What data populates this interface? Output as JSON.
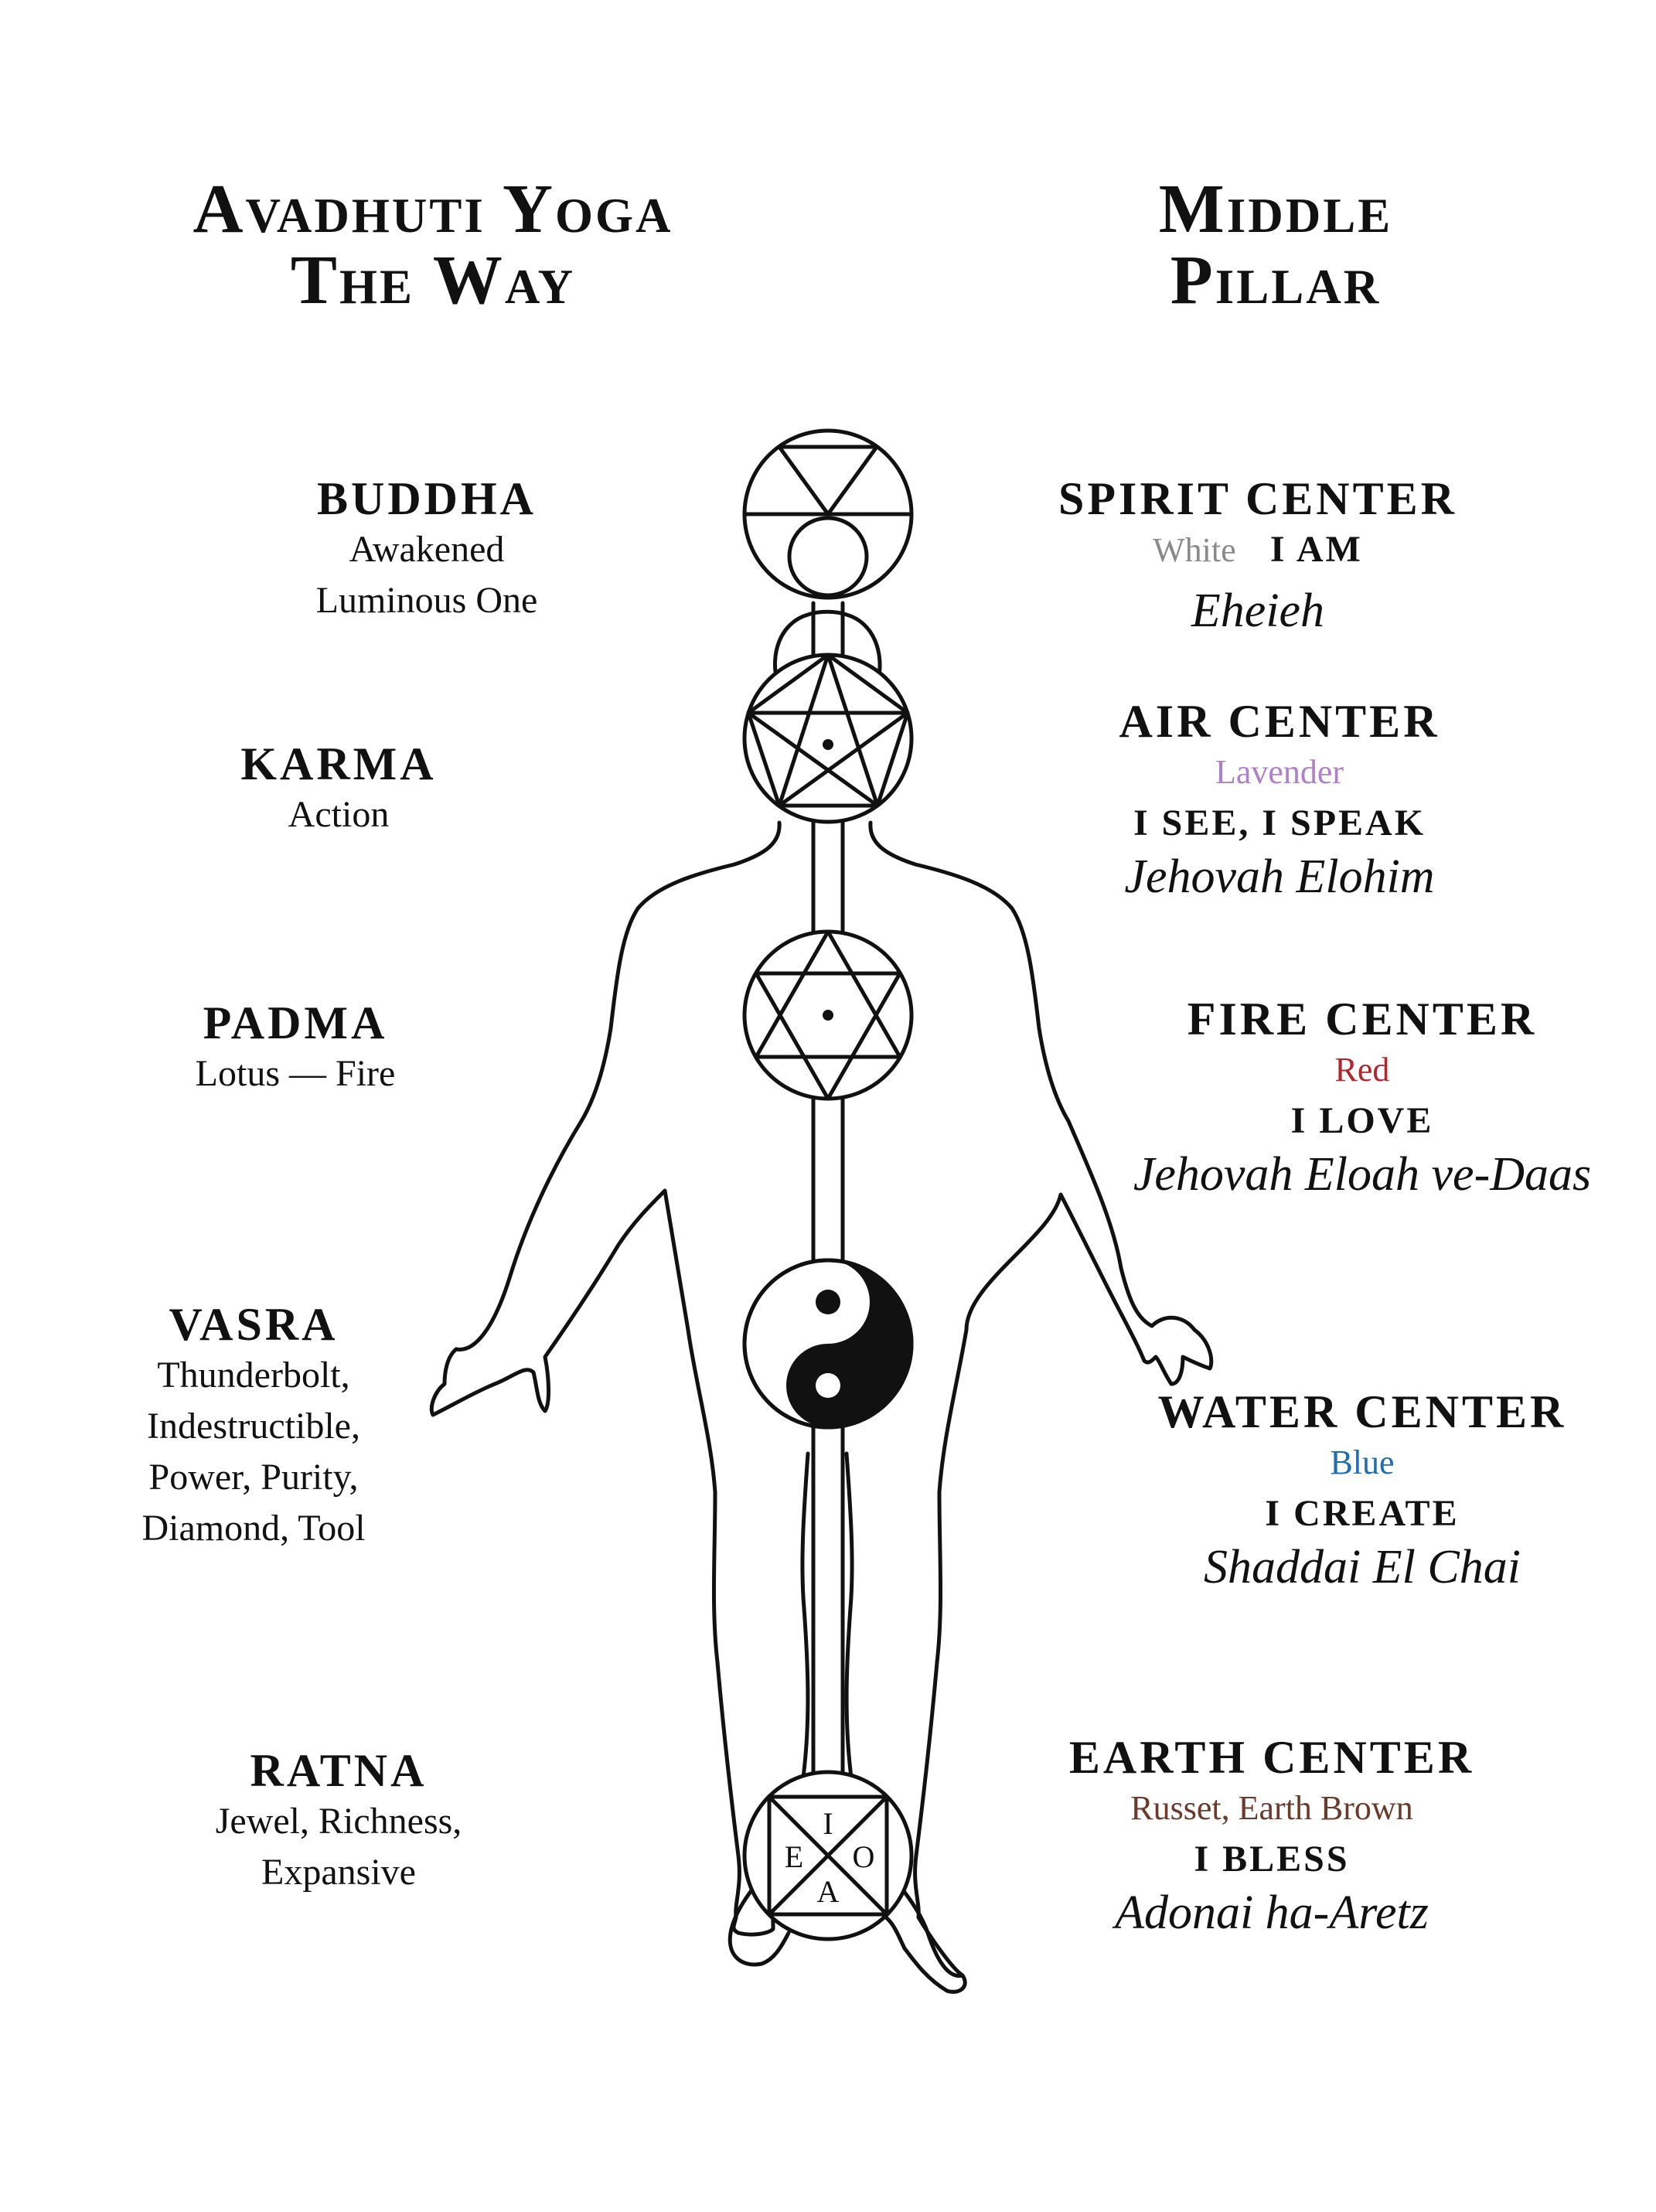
{
  "titles": {
    "left": [
      "Avadhuti Yoga",
      "The Way"
    ],
    "right": [
      "Middle",
      "Pillar"
    ]
  },
  "left_labels": [
    {
      "name": "BUDDHA",
      "lines": [
        "Awakened",
        "Luminous One"
      ]
    },
    {
      "name": "KARMA",
      "lines": [
        "Action"
      ]
    },
    {
      "name": "PADMA",
      "lines": [
        "Lotus — Fire"
      ]
    },
    {
      "name": "VASRA",
      "lines": [
        "Thunderbolt,",
        "Indestructible,",
        "Power, Purity,",
        "Diamond, Tool"
      ]
    },
    {
      "name": "RATNA",
      "lines": [
        "Jewel, Richness,",
        "Expansive"
      ]
    }
  ],
  "right_labels": [
    {
      "name": "SPIRIT CENTER",
      "color": "White",
      "color_hex": "#8a8a8a",
      "affirmation": "I AM",
      "divine_name": "Eheieh"
    },
    {
      "name": "AIR CENTER",
      "color": "Lavender",
      "color_hex": "#b07fc9",
      "affirmation": "I SEE, I SPEAK",
      "divine_name": "Jehovah Elohim"
    },
    {
      "name": "FIRE CENTER",
      "color": "Red",
      "color_hex": "#b3242b",
      "affirmation": "I LOVE",
      "divine_name": "Jehovah Eloah ve-Daas"
    },
    {
      "name": "WATER CENTER",
      "color": "Blue",
      "color_hex": "#1f6fb0",
      "affirmation": "I CREATE",
      "divine_name": "Shaddai El Chai"
    },
    {
      "name": "EARTH CENTER",
      "color": "Russet, Earth Brown",
      "color_hex": "#6b3a2a",
      "affirmation": "I BLESS",
      "divine_name": "Adonai ha-Aretz"
    }
  ],
  "earth_symbol_letters": {
    "top": "I",
    "left": "E",
    "right": "O",
    "bottom": "A"
  },
  "symbols": [
    "spirit-symbol-icon",
    "pentagram-icon",
    "hexagram-icon",
    "yin-yang-icon",
    "earth-cross-icon"
  ]
}
